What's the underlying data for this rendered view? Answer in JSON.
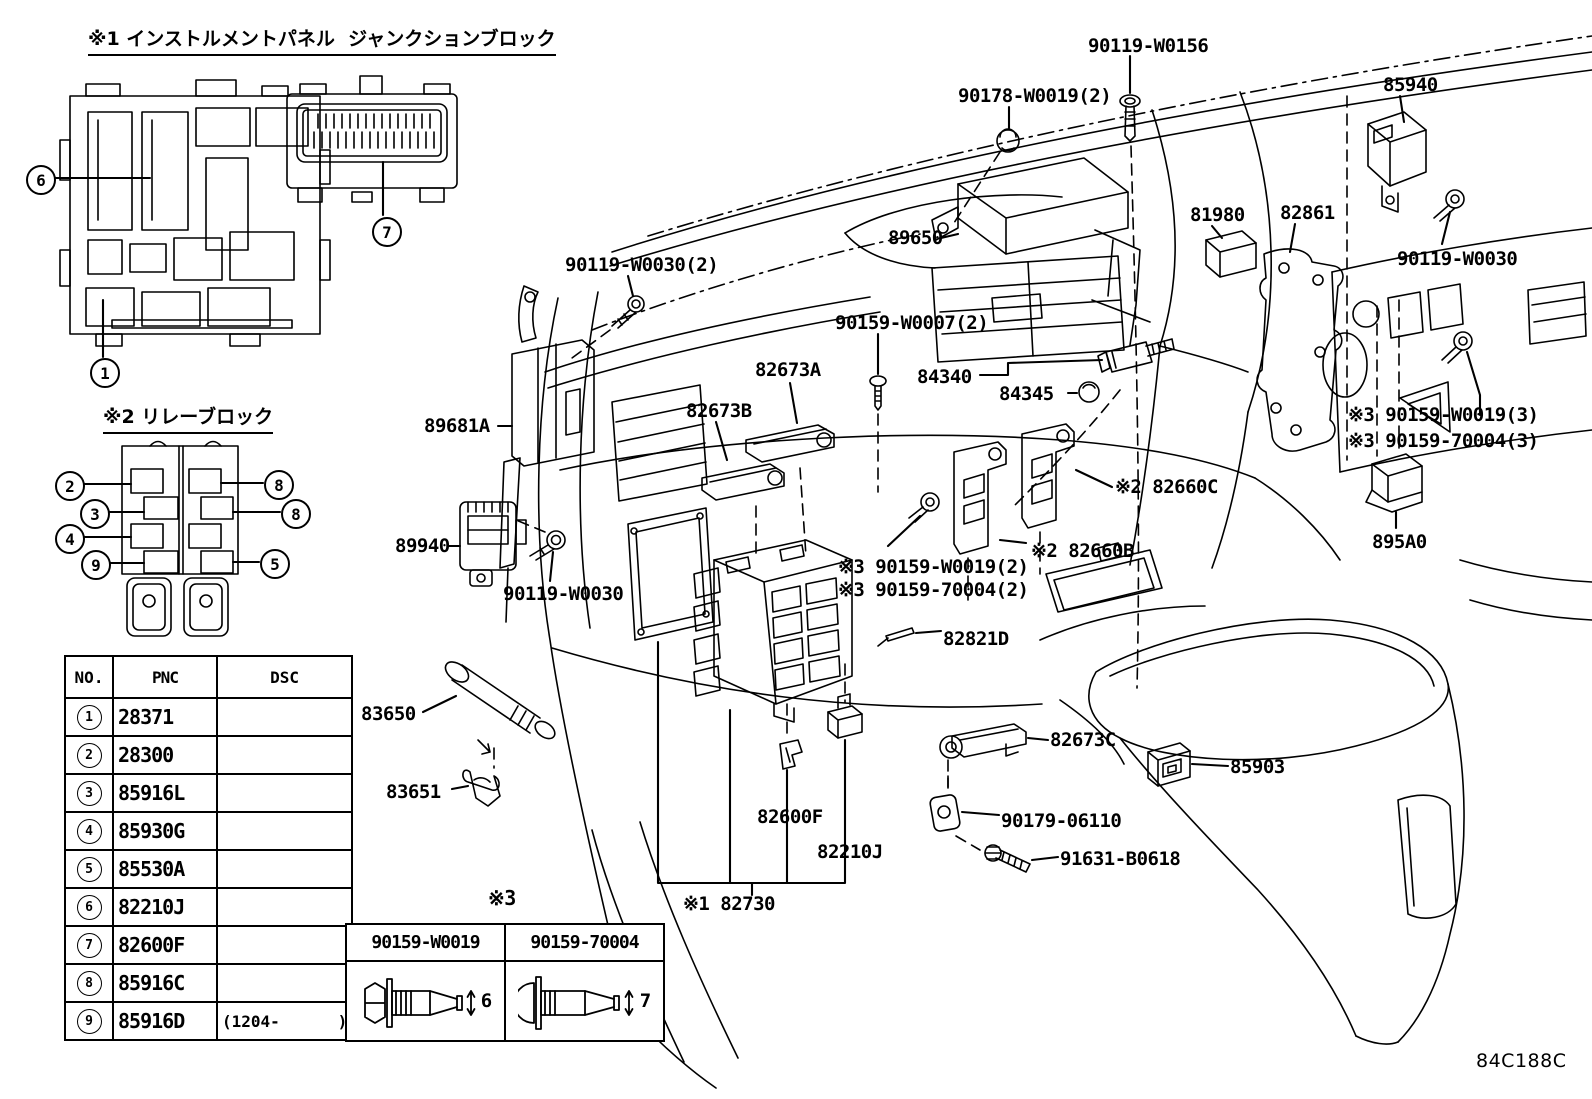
{
  "page": {
    "background": "#ffffff",
    "ink": "#000000",
    "drawing_code": "84C188C"
  },
  "titles": {
    "junction_block": "※1 インストルメントパネル  ジャンクションブロック",
    "relay_block": "※2 リレーブロック",
    "bolt_note": "※3"
  },
  "callouts": [
    "6",
    "1",
    "7",
    "2",
    "3",
    "4",
    "9",
    "8",
    "8",
    "5"
  ],
  "part_labels": [
    "90119-W0156",
    "90178-W0019(2)",
    "85940",
    "89650",
    "81980",
    "82861",
    "90119-W0030",
    "90119-W0030(2)",
    "90159-W0007(2)",
    "82673A",
    "84340",
    "84345",
    "82673B",
    "89681A",
    "※3 90159-W0019(3)",
    "※3 90159-70004(3)",
    "※2 82660C",
    "89940",
    "※2 82660B",
    "895A0",
    "90119-W0030",
    "※3 90159-W0019(2)",
    "※3 90159-70004(2)",
    "82821D",
    "83650",
    "83651",
    "82673C",
    "85903",
    "90179-06110",
    "91631-B0618",
    "82600F",
    "82210J",
    "※1 82730",
    "84C188C"
  ],
  "parts_table": {
    "headers": [
      "NO.",
      "PNC",
      "DSC"
    ],
    "rows": [
      {
        "no": "1",
        "pnc": "28371",
        "dsc": ""
      },
      {
        "no": "2",
        "pnc": "28300",
        "dsc": ""
      },
      {
        "no": "3",
        "pnc": "85916L",
        "dsc": ""
      },
      {
        "no": "4",
        "pnc": "85930G",
        "dsc": ""
      },
      {
        "no": "5",
        "pnc": "85530A",
        "dsc": ""
      },
      {
        "no": "6",
        "pnc": "82210J",
        "dsc": ""
      },
      {
        "no": "7",
        "pnc": "82600F",
        "dsc": ""
      },
      {
        "no": "8",
        "pnc": "85916C",
        "dsc": ""
      },
      {
        "no": "9",
        "pnc": "85916D",
        "dsc": "(1204-      )"
      }
    ]
  },
  "bolt_table": {
    "title": "※3",
    "columns": [
      {
        "part_number": "90159-W0019",
        "dimension": "6"
      },
      {
        "part_number": "90159-70004",
        "dimension": "7"
      }
    ]
  }
}
